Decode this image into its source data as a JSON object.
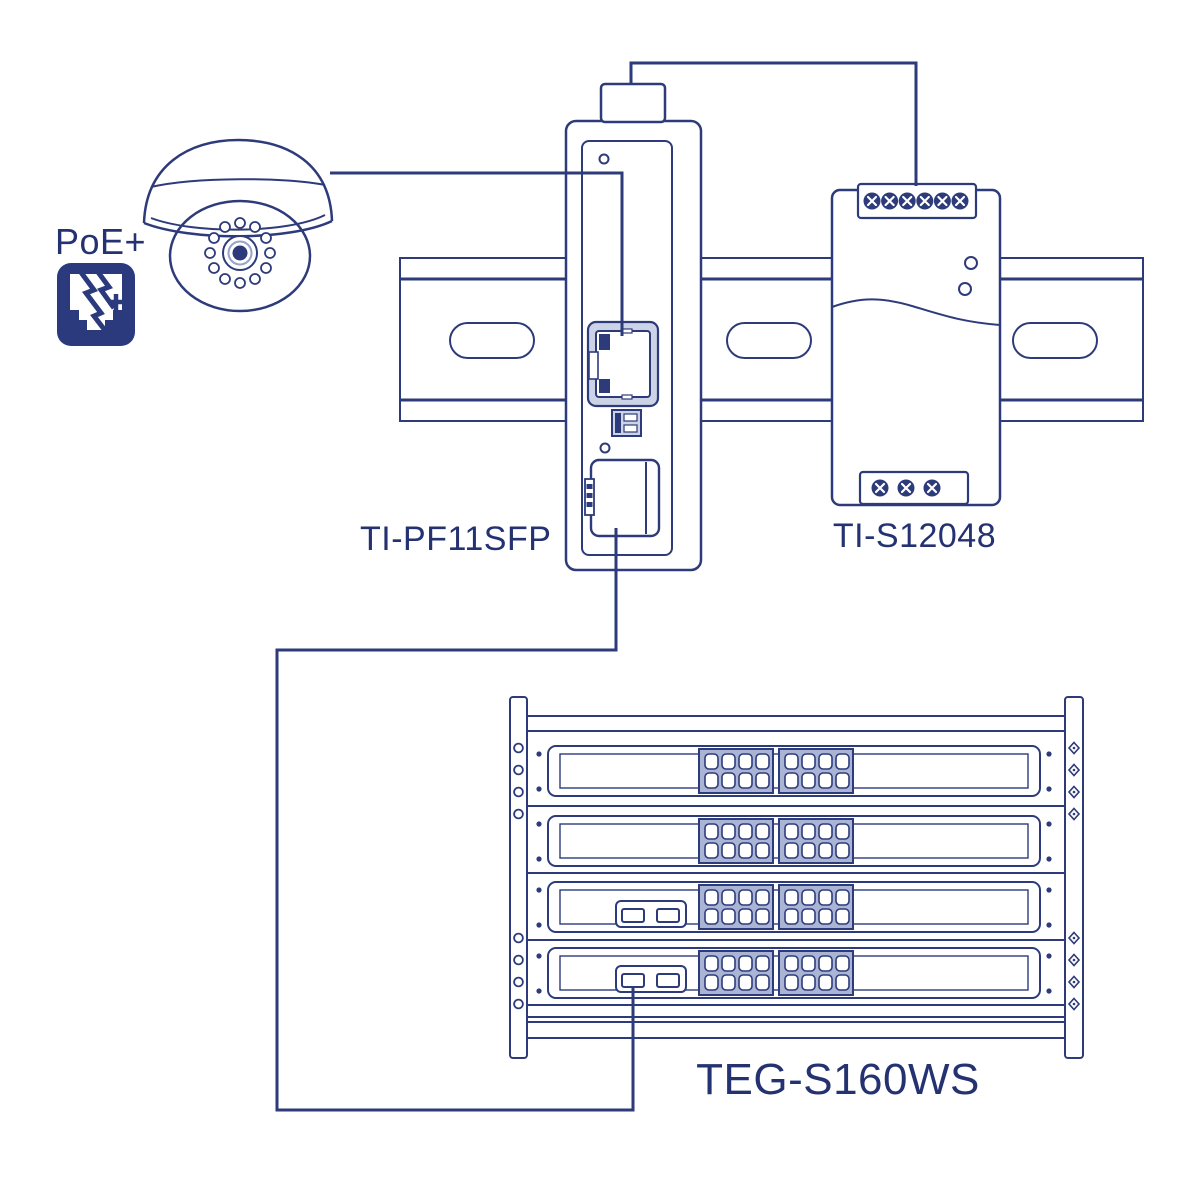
{
  "diagram": {
    "background": "#ffffff",
    "colors": {
      "line": "#2e3b7a",
      "text": "#243272",
      "port_block_fill": "#aab4d4",
      "jack_fill": "#ccd3e6",
      "poe_icon_fill": "#2b3a7c"
    },
    "labels": {
      "poe": "PoE+",
      "media_converter": "TI-PF11SFP",
      "power_supply": "TI-S12048",
      "switch_rack": "TEG-S160WS"
    },
    "icons": {
      "poe_icon": "rj45-lightning-plus-icon",
      "camera": "dome-camera-illustration",
      "din_rail": "din-rail-illustration",
      "rack": "rack-with-four-switches-illustration"
    }
  }
}
